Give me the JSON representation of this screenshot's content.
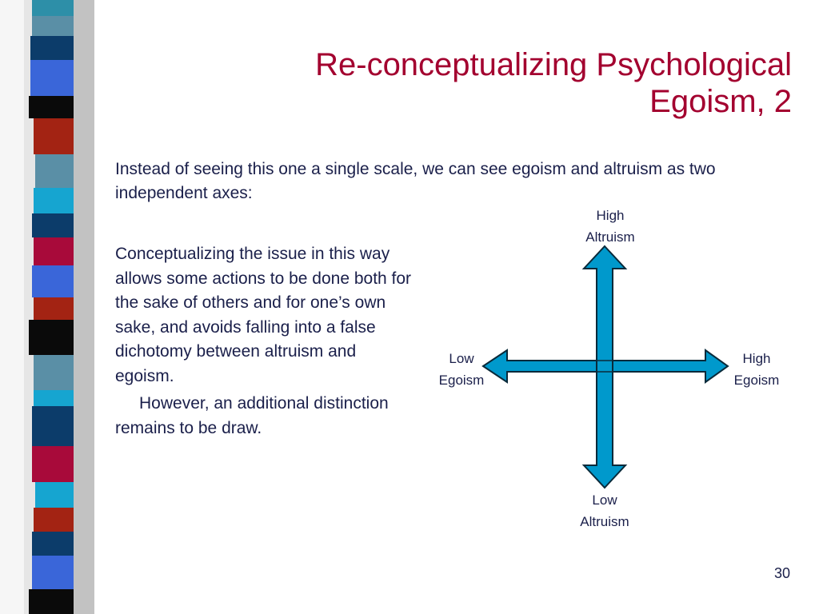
{
  "slide": {
    "title_line1": "Re-conceptualizing Psychological",
    "title_line2": "Egoism, 2",
    "intro": "Instead of seeing this one a single scale, we can see egoism and altruism as two independent axes:",
    "paragraph1": "Conceptualizing the issue in this way allows some actions to be done both for the sake of others and for one’s own sake, and avoids falling into a false dichotomy between altruism and egoism.",
    "paragraph2": "However, an additional distinction remains to be draw.",
    "page_number": "30"
  },
  "diagram": {
    "top_label_line1": "High",
    "top_label_line2": "Altruism",
    "bottom_label_line1": "Low",
    "bottom_label_line2": "Altruism",
    "left_label_line1": "Low",
    "left_label_line2": "Egoism",
    "right_label_line1": "High",
    "right_label_line2": "Egoism",
    "arrow_color": "#0099cc",
    "arrow_outline": "#0a2a3a"
  },
  "theme": {
    "title_color": "#a3002f",
    "text_color": "#1a1f4a"
  }
}
